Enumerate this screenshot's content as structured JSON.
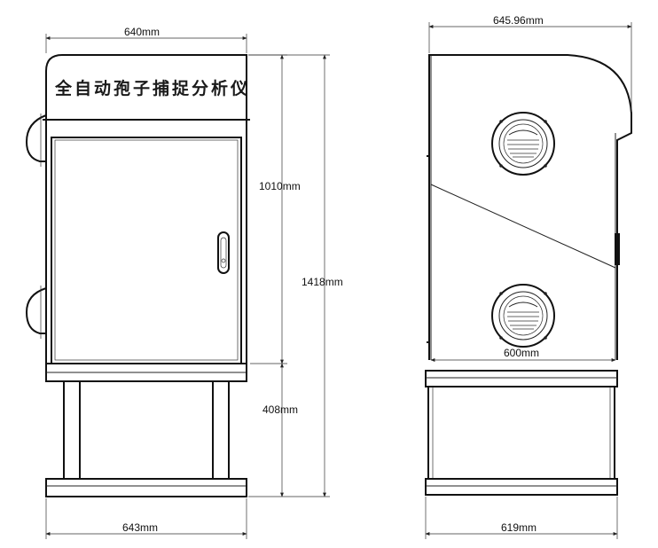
{
  "front_view": {
    "title": "全自动孢子捕捉分析仪",
    "dim_top_width": "640mm",
    "dim_upper_height": "1010mm",
    "dim_total_height": "1418mm",
    "dim_stand_height": "408mm",
    "dim_base_width": "643mm"
  },
  "side_view": {
    "dim_top_depth": "645.96mm",
    "dim_inner_width": "600mm",
    "dim_base_depth": "619mm"
  }
}
